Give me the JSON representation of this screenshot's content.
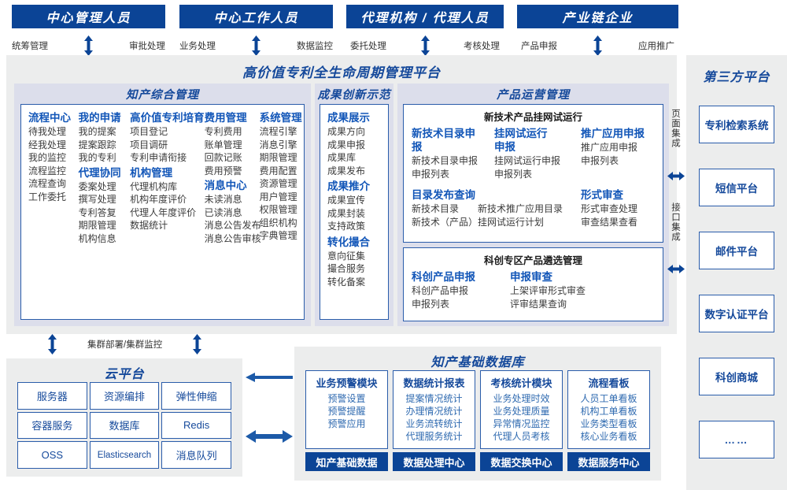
{
  "roles": [
    {
      "title": "中心管理人员",
      "left": "统筹管理",
      "right": "审批处理"
    },
    {
      "title": "中心工作人员",
      "left": "业务处理",
      "right": "数据监控"
    },
    {
      "title": "代理机构 / 代理人员",
      "left": "委托处理",
      "right": "考核处理"
    },
    {
      "title": "产业链企业",
      "left": "产品申报",
      "right": "应用推广"
    }
  ],
  "platform": {
    "title": "高价值专利全生命周期管理平台",
    "ip_section": {
      "title": "知产综合管理",
      "columns": [
        {
          "groups": [
            {
              "title": "流程中心",
              "items": [
                "待我处理",
                "经我处理",
                "我的监控",
                "流程监控",
                "流程查询",
                "工作委托"
              ]
            }
          ]
        },
        {
          "groups": [
            {
              "title": "我的申请",
              "items": [
                "我的提案",
                "提案跟踪",
                "我的专利"
              ]
            },
            {
              "title": "代理协同",
              "items": [
                "委案处理",
                "撰写处理",
                "专利答复",
                "期限管理",
                "机构信息"
              ]
            }
          ]
        },
        {
          "groups": [
            {
              "title": "高价值专利培育",
              "items": [
                "项目登记",
                "项目调研",
                "专利申请衔接"
              ]
            },
            {
              "title": "机构管理",
              "items": [
                "代理机构库",
                "机构年度评价",
                "代理人年度评价",
                "数据统计"
              ]
            }
          ]
        },
        {
          "groups": [
            {
              "title": "费用管理",
              "items": [
                "专利费用",
                "账单管理",
                "回款记账",
                "费用预警"
              ]
            },
            {
              "title": "消息中心",
              "items": [
                "未读消息",
                "已读消息",
                "消息公告发布",
                "消息公告审核"
              ]
            }
          ]
        },
        {
          "groups": [
            {
              "title": "系统管理",
              "items": [
                "流程引擎",
                "消息引擎",
                "期限管理",
                "费用配置",
                "资源管理",
                "用户管理",
                "权限管理",
                "组织机构",
                "字典管理"
              ]
            }
          ]
        }
      ]
    },
    "achievement_section": {
      "title": "成果创新示范",
      "groups": [
        {
          "title": "成果展示",
          "items": [
            "成果方向",
            "成果申报",
            "成果库",
            "成果发布"
          ]
        },
        {
          "title": "成果推介",
          "items": [
            "成果宣传",
            "成果封装",
            "支持政策"
          ]
        },
        {
          "title": "转化撮合",
          "items": [
            "意向征集",
            "撮合服务",
            "转化备案"
          ]
        }
      ]
    },
    "product_section": {
      "title": "产品运营管理",
      "box_a": {
        "head": "新技术产品挂网试运行",
        "row1": [
          {
            "title": "新技术目录申报",
            "items": [
              "新技术目录申报",
              "申报列表"
            ]
          },
          {
            "title": "挂网试运行申报",
            "items": [
              "挂网试运行申报",
              "申报列表"
            ]
          },
          {
            "title": "推广应用申报",
            "items": [
              "推广应用申报",
              "申报列表"
            ]
          }
        ],
        "row2": [
          {
            "title": "目录发布查询",
            "items": [
              "新技术目录　　新技术推广应用目录",
              "新技术（产品）挂网试运行计划"
            ]
          },
          {
            "title": "形式审查",
            "items": [
              "形式审查处理",
              "审查结果查看"
            ]
          }
        ]
      },
      "box_b": {
        "head": "科创专区产品遴选管理",
        "row1": [
          {
            "title": "科创产品申报",
            "items": [
              "科创产品申报",
              "申报列表"
            ]
          },
          {
            "title": "申报审查",
            "items": [
              "上架评审形式审查",
              "评审结果查询"
            ]
          }
        ]
      }
    }
  },
  "integration": {
    "page": "页面集成",
    "api": "接口集成"
  },
  "third_party": {
    "title": "第三方平台",
    "items": [
      "专利检索系统",
      "短信平台",
      "邮件平台",
      "数字认证平台",
      "科创商城",
      "……"
    ]
  },
  "cloud": {
    "connector_label": "集群部署/集群监控",
    "title": "云平台",
    "cells": [
      "服务器",
      "资源编排",
      "弹性伸缩",
      "容器服务",
      "数据库",
      "Redis",
      "OSS",
      "Elasticsearch",
      "消息队列"
    ]
  },
  "database": {
    "title": "知产基础数据库",
    "columns": [
      {
        "title": "业务预警模块",
        "items": [
          "预警设置",
          "预警提醒",
          "预警应用"
        ],
        "footer": "知产基础数据"
      },
      {
        "title": "数据统计报表",
        "items": [
          "提案情况统计",
          "办理情况统计",
          "业务流转统计",
          "代理服务统计"
        ],
        "footer": "数据处理中心"
      },
      {
        "title": "考核统计模块",
        "items": [
          "业务处理时效",
          "业务处理质量",
          "异常情况监控",
          "代理人员考核"
        ],
        "footer": "数据交换中心"
      },
      {
        "title": "流程看板",
        "items": [
          "人员工单看板",
          "机构工单看板",
          "业务类型看板",
          "核心业务看板"
        ],
        "footer": "数据服务中心"
      }
    ]
  },
  "colors": {
    "dark_blue": "#0b4496",
    "title_blue": "#15499b",
    "group_blue": "#1256b8",
    "lavender": "#dcdeeb",
    "gray": "#eceded",
    "border_blue": "#2a5caa"
  }
}
